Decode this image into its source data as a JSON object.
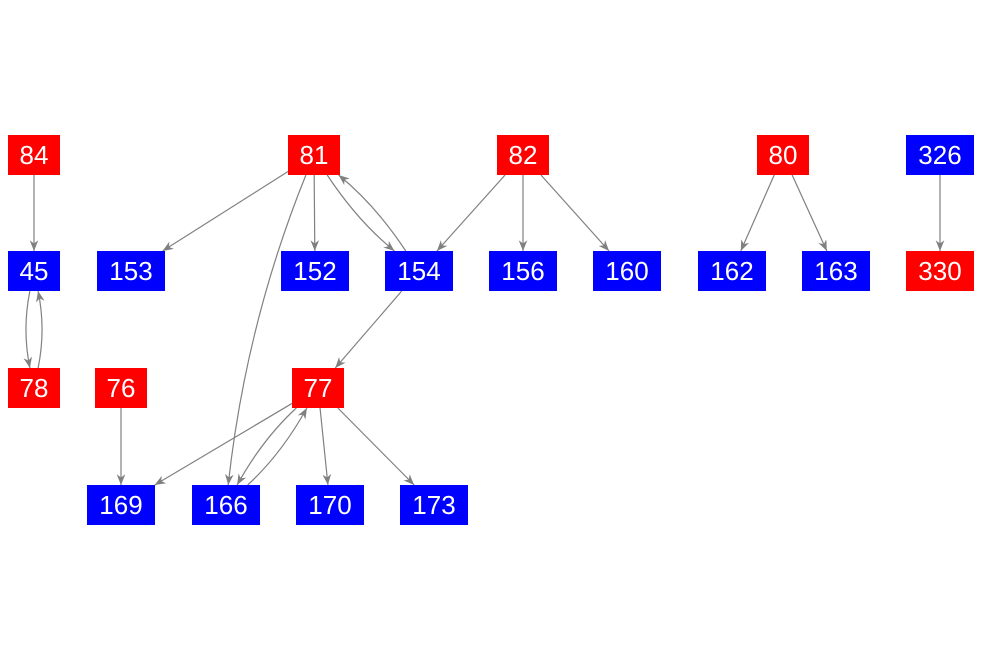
{
  "colors": {
    "red": "#ff0000",
    "blue": "#0000ff",
    "edge": "#808080"
  },
  "nodes": [
    {
      "id": "84",
      "color": "red"
    },
    {
      "id": "81",
      "color": "red"
    },
    {
      "id": "82",
      "color": "red"
    },
    {
      "id": "80",
      "color": "red"
    },
    {
      "id": "326",
      "color": "blue"
    },
    {
      "id": "45",
      "color": "blue"
    },
    {
      "id": "153",
      "color": "blue"
    },
    {
      "id": "152",
      "color": "blue"
    },
    {
      "id": "154",
      "color": "blue"
    },
    {
      "id": "156",
      "color": "blue"
    },
    {
      "id": "160",
      "color": "blue"
    },
    {
      "id": "162",
      "color": "blue"
    },
    {
      "id": "163",
      "color": "blue"
    },
    {
      "id": "330",
      "color": "red"
    },
    {
      "id": "78",
      "color": "red"
    },
    {
      "id": "76",
      "color": "red"
    },
    {
      "id": "77",
      "color": "red"
    },
    {
      "id": "169",
      "color": "blue"
    },
    {
      "id": "166",
      "color": "blue"
    },
    {
      "id": "170",
      "color": "blue"
    },
    {
      "id": "173",
      "color": "blue"
    }
  ],
  "edges": [
    [
      "84",
      "45"
    ],
    [
      "45",
      "78"
    ],
    [
      "78",
      "45"
    ],
    [
      "81",
      "153"
    ],
    [
      "81",
      "152"
    ],
    [
      "81",
      "154"
    ],
    [
      "154",
      "81"
    ],
    [
      "81",
      "166"
    ],
    [
      "82",
      "154"
    ],
    [
      "82",
      "156"
    ],
    [
      "82",
      "160"
    ],
    [
      "80",
      "162"
    ],
    [
      "80",
      "163"
    ],
    [
      "326",
      "330"
    ],
    [
      "154",
      "77"
    ],
    [
      "76",
      "169"
    ],
    [
      "77",
      "169"
    ],
    [
      "77",
      "166"
    ],
    [
      "166",
      "77"
    ],
    [
      "77",
      "170"
    ],
    [
      "77",
      "173"
    ]
  ]
}
